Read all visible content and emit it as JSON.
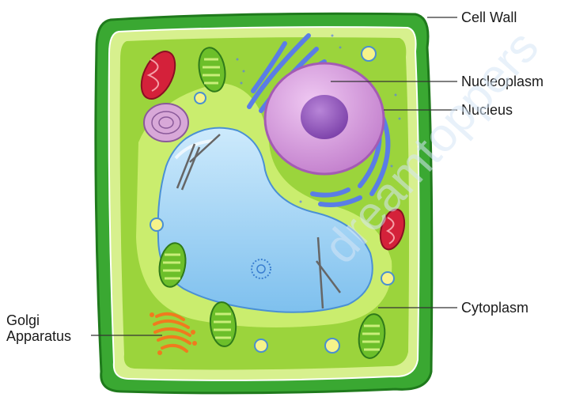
{
  "diagram": {
    "labels": {
      "cell_wall": "Cell Wall",
      "nucleoplasm": "Nucleoplasm",
      "nucleus": "Nucleus",
      "cytoplasm": "Cytoplasm",
      "golgi_line1": "Golgi",
      "golgi_line2": "Apparatus"
    },
    "watermark": "dreamtoppers"
  },
  "colors": {
    "cell_wall": "#3aa832",
    "cytoplasm": "#a9de4a",
    "vacuole": "#a8d8f5",
    "nucleus": "#d89ee0",
    "nucleolus": "#9a5fc2",
    "er": "#5a7de6",
    "mitochondria": "#d4213a",
    "chloroplast": "#6cbf2a",
    "golgi": "#f07a1e"
  }
}
